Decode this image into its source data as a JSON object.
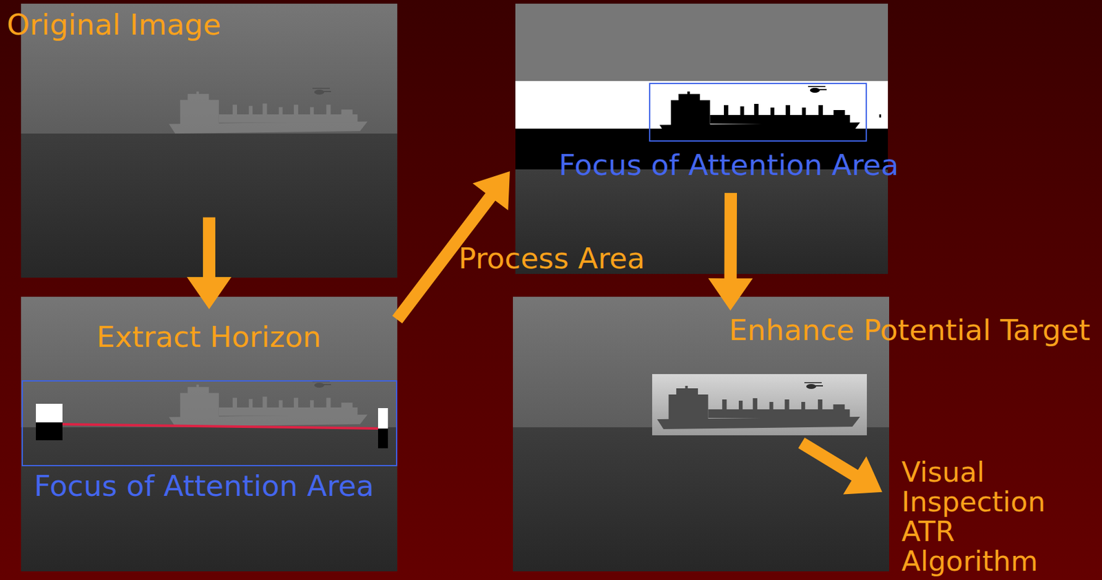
{
  "diagram": {
    "nodes": [
      {
        "text": [
          "Original Image"
        ]
      },
      {
        "text": [
          "Extract Horizon"
        ]
      },
      {
        "text": [
          "Focus of Attention Area"
        ],
        "in": 1
      },
      {
        "text": [
          "Process Area"
        ]
      },
      {
        "text": [
          "Focus of Attention Area"
        ],
        "in": 3
      },
      {
        "text": [
          "Enhance Potential Target"
        ]
      },
      {
        "text": [
          "Visual Inspection ATR Algorithm"
        ]
      }
    ],
    "edges": [
      {
        "from": 0,
        "to": 1,
        "arrow": "to"
      },
      {
        "from": 1,
        "to": 3,
        "arrow": "to"
      },
      {
        "from": 3,
        "to": 5,
        "arrow": "to"
      },
      {
        "from": 5,
        "to": 6,
        "arrow": "to"
      }
    ]
  }
}
